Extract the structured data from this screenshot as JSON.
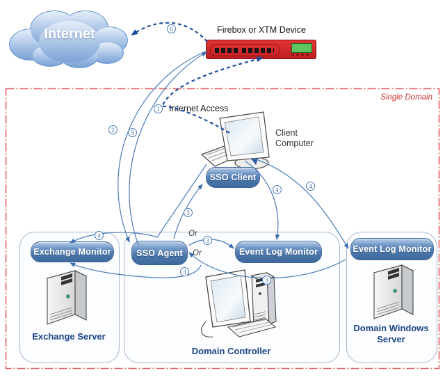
{
  "internet": {
    "label": "Internet"
  },
  "firebox": {
    "label": "Firebox or XTM Device"
  },
  "domain": {
    "label": "Single Domain"
  },
  "client": {
    "label": "Client Computer",
    "access_label": "Internet Access"
  },
  "sso_client": {
    "label": "SSO Client"
  },
  "exchange_group": {
    "monitor": "Exchange Monitor",
    "caption": "Exchange Server"
  },
  "dc_group": {
    "agent": "SSO Agent",
    "monitor": "Event Log Monitor",
    "caption": "Domain Controller",
    "or_top": "Or",
    "or_bottom": "Or"
  },
  "windows_group": {
    "monitor": "Event Log Monitor",
    "caption": "Domain Windows Server"
  },
  "badges": [
    "6",
    "1",
    "2",
    "5",
    "3",
    "3",
    "3",
    "3",
    "4",
    "4",
    "4"
  ],
  "colors": {
    "arrow_blue": "#4a7ab5",
    "dashed_dark_blue": "#1e4f9e",
    "pill_blue": "#4a76ab",
    "caption_blue": "#1b4587",
    "firebox_red": "#c01f24",
    "domain_border_red": "#e25c5c",
    "domain_label_red": "#cc3333",
    "lcd_green": "#5ec45e",
    "cloud_blue": "#7ba3d6"
  }
}
